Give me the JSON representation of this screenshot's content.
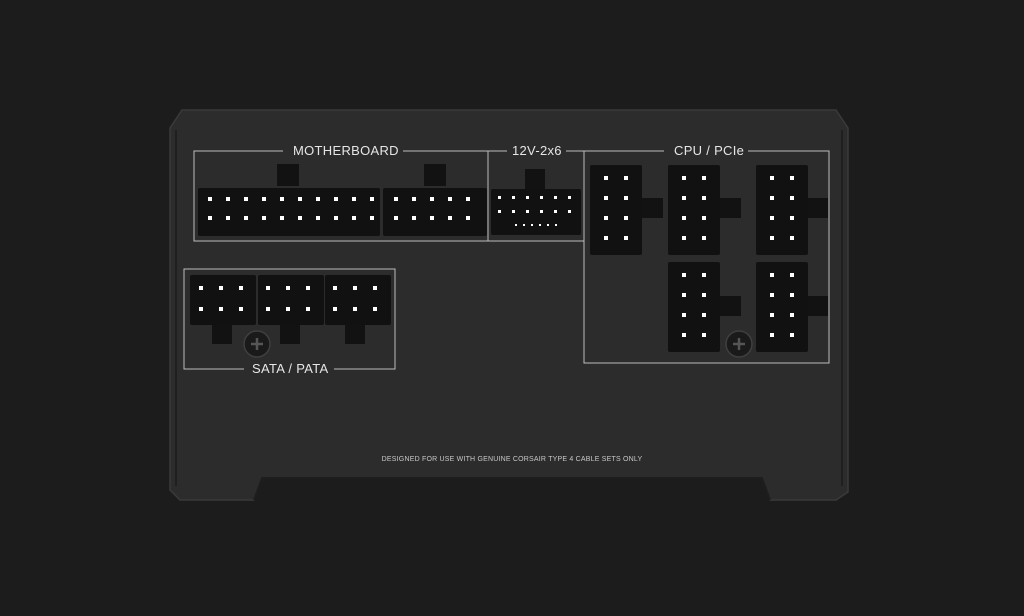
{
  "labels": {
    "motherboard": "MOTHERBOARD",
    "twelve_v": "12V-2x6",
    "cpu_pcie": "CPU / PCIe",
    "sata_pata": "SATA / PATA"
  },
  "footer_note": "DESIGNED FOR USE WITH GENUINE CORSAIR TYPE 4 CABLE SETS ONLY",
  "colors": {
    "background": "#1c1c1c",
    "panel": "#2c2c2c",
    "connector": "#111111",
    "pin": "#ffffff",
    "outline": "#bdbdbd"
  },
  "icons": [
    "screw-icon",
    "screw-icon"
  ]
}
